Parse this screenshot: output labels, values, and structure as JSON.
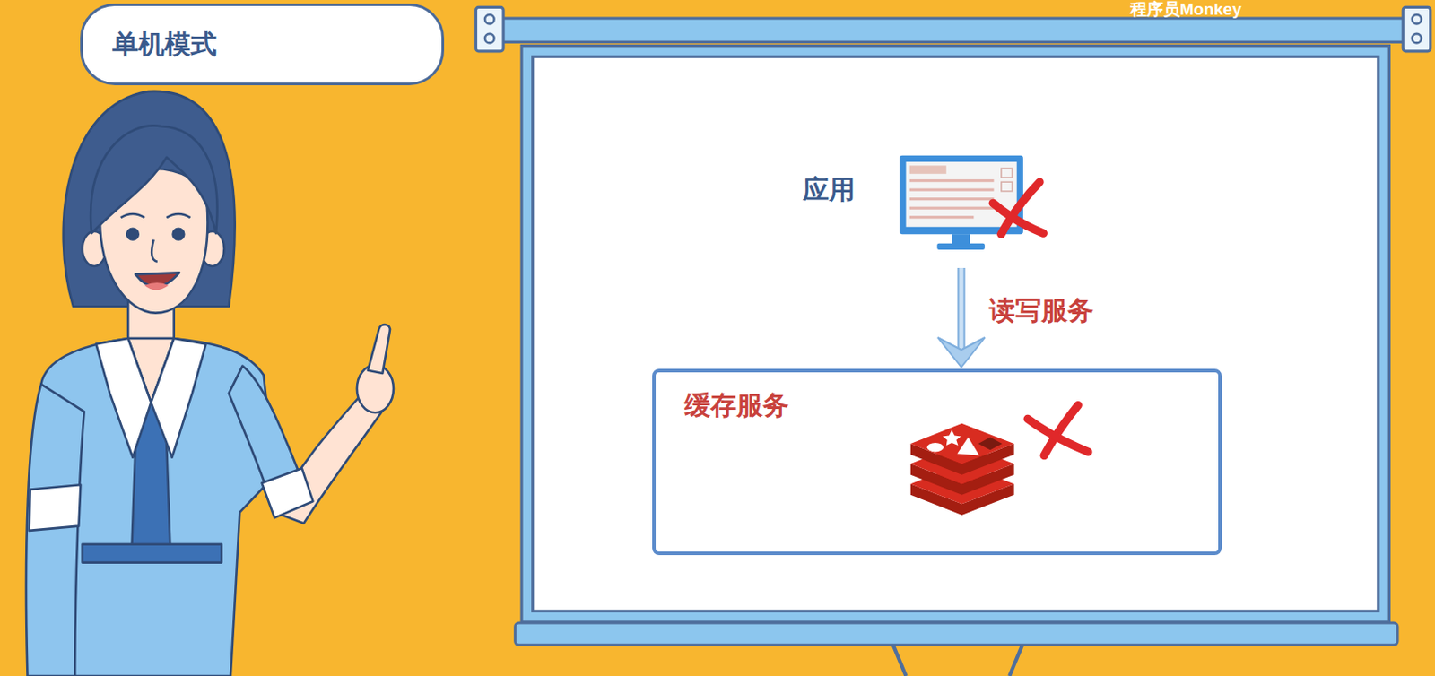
{
  "diagram": {
    "nodes": [
      {
        "text": [
          "单机模式"
        ]
      },
      {
        "text": [
          "应用"
        ]
      },
      {
        "text": [
          "缓存服务"
        ]
      }
    ],
    "edges": [
      {
        "from": 1,
        "to": 2,
        "arrow": "to",
        "label": "读写服务"
      }
    ],
    "labels": [
      "程序员Monkey"
    ]
  }
}
